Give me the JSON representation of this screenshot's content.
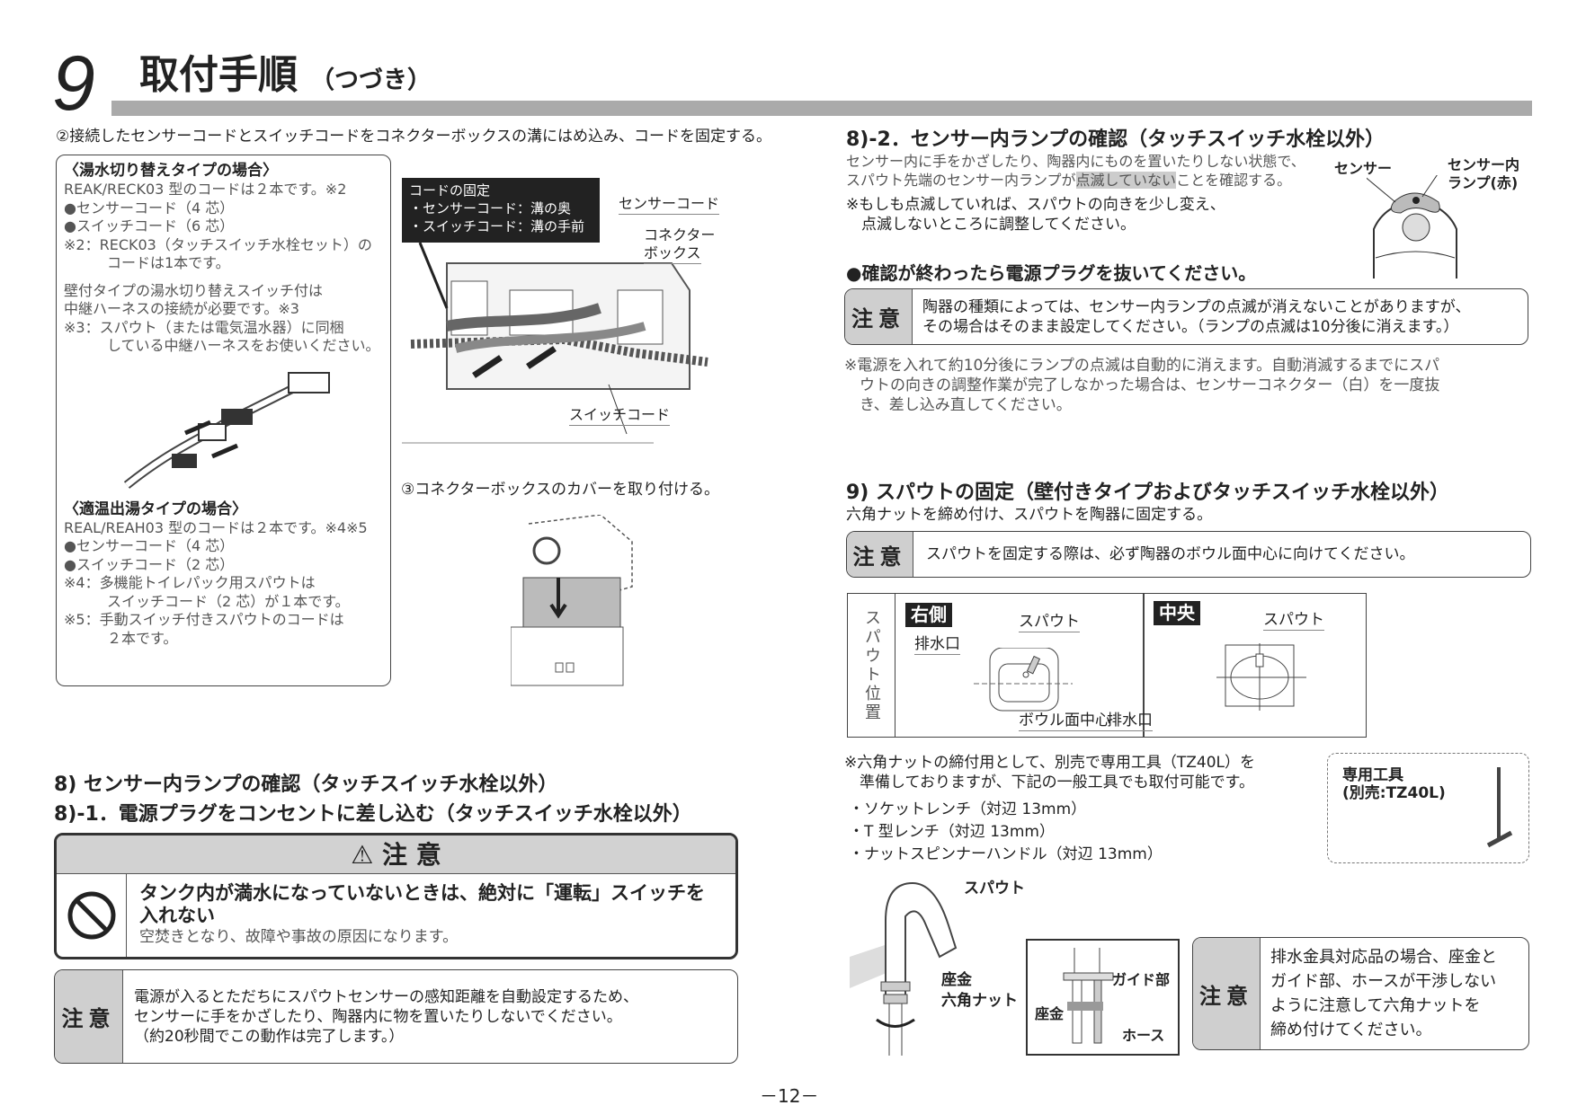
{
  "header": {
    "chapter": "9",
    "title": "取付手順",
    "subtitle": "（つづき）"
  },
  "left": {
    "step2": "②接続したセンサーコードとスイッチコードをコネクターボックスの溝にはめ込み、コードを固定する。",
    "box": {
      "h1": "〈湯水切り替えタイプの場合〉",
      "l1": "REAK/RECK03 型のコードは２本です。※2",
      "l2": "●センサーコード（4 芯）",
      "l3": "●スイッチコード（6 芯）",
      "l4": "※2：RECK03（タッチスイッチ水栓セット）の",
      "l5": "　　　コードは1本です。",
      "l6": "壁付タイプの湯水切り替えスイッチ付は",
      "l7": "中継ハーネスの接続が必要です。※3",
      "l8": "※3：スパウト（または電気温水器）に同梱",
      "l9": "　　　している中継ハーネスをお使いください。",
      "h2": "〈適温出湯タイプの場合〉",
      "m1": "REAL/REAH03 型のコードは２本です。※4※5",
      "m2": "●センサーコード（4 芯）",
      "m3": "●スイッチコード（2 芯）",
      "m4": "※4：多機能トイレパック用スパウトは",
      "m5": "　　　スイッチコード（2 芯）が１本です。",
      "m6": "※5：手動スイッチ付きスパウトのコードは",
      "m7": "　　　２本です。"
    },
    "callout": {
      "t": "コードの固定",
      "a": "・センサーコード：溝の奥",
      "b": "・スイッチコード：溝の手前"
    },
    "labels": {
      "sensor_cord": "センサーコード",
      "connector_box_1": "コネクター",
      "connector_box_2": "ボックス",
      "switch_cord": "スイッチコード"
    },
    "step3": "③コネクターボックスのカバーを取り付ける。",
    "sec8": "8) センサー内ランプの確認（タッチスイッチ水栓以外）",
    "sec8_1": "8)-1．電源プラグをコンセントに差し込む（タッチスイッチ水栓以外）",
    "warning": {
      "title": "注 意",
      "main1": "タンク内が満水になっていないときは、絶対に「運転」スイッチを",
      "main2": "入れない",
      "sub": "空焚きとなり、故障や事故の原因になります。"
    },
    "caution": {
      "label": "注意",
      "l1": "電源が入るとただちにスパウトセンサーの感知距離を自動設定するため、",
      "l2": "センサーに手をかざしたり、陶器内に物を置いたりしないでください。",
      "l3": "（約20秒間でこの動作は完了します。）"
    }
  },
  "right": {
    "sec8_2": "8)-2．センサー内ランプの確認（タッチスイッチ水栓以外）",
    "p1": "センサー内に手をかざしたり、陶器内にものを置いたりしない状態で、",
    "p2a": "スパウト先端のセンサー内ランプが",
    "p2b": "点滅していない",
    "p2c": "ことを確認する。",
    "n1": "※もしも点滅していれば、スパウトの向きを少し変え、",
    "n2": "　点滅しないところに調整してください。",
    "sensor_label": "センサー",
    "lamp_label1": "センサー内",
    "lamp_label2": "ランプ(赤)",
    "unplug": "●確認が終わったら電源プラグを抜いてください。",
    "caution1": {
      "label": "注意",
      "l1": "陶器の種類によっては、センサー内ランプの点滅が消えないことがありますが、",
      "l2": "その場合はそのまま設定してください。（ランプの点滅は10分後に消えます。）"
    },
    "note1": "※電源を入れて約10分後にランプの点滅は自動的に消えます。自動消滅するまでにスパ",
    "note2": "　ウトの向きの調整作業が完了しなかった場合は、センサーコネクター（白）を一度抜",
    "note3": "　き、差し込み直してください。",
    "sec9": "9) スパウトの固定（壁付きタイプおよびタッチスイッチ水栓以外）",
    "sec9_p": "六角ナットを締め付け、スパウトを陶器に固定する。",
    "caution2": {
      "label": "注意",
      "l1": "スパウトを固定する際は、必ず陶器のボウル面中心に向けてください。"
    },
    "table": {
      "side": "スパウト位置",
      "right": "右側",
      "center": "中央",
      "spout": "スパウト",
      "drain": "排水口",
      "bowl_center": "ボウル面中心"
    },
    "tool_note1": "※六角ナットの締付用として、別売で専用工具（TZ40L）を",
    "tool_note2": "　準備しておりますが、下記の一般工具でも取付可能です。",
    "tools": [
      "・ソケットレンチ（対辺 13mm）",
      "・T 型レンチ（対辺 13mm）",
      "・ナットスピンナーハンドル（対辺 13mm）"
    ],
    "toolbox1": "専用工具",
    "toolbox2": "(別売:TZ40L)",
    "diagram": {
      "spout": "スパウト",
      "washer": "座金",
      "hex_nut": "六角ナット",
      "guide": "ガイド部",
      "washer2": "座金",
      "hose": "ホース"
    },
    "caution3": {
      "label": "注意",
      "l1": "排水金具対応品の場合、座金と",
      "l2": "ガイド部、ホースが干渉しない",
      "l3": "ように注意して六角ナットを",
      "l4": "締め付けてください。"
    }
  },
  "footer": {
    "page": "－12－"
  }
}
